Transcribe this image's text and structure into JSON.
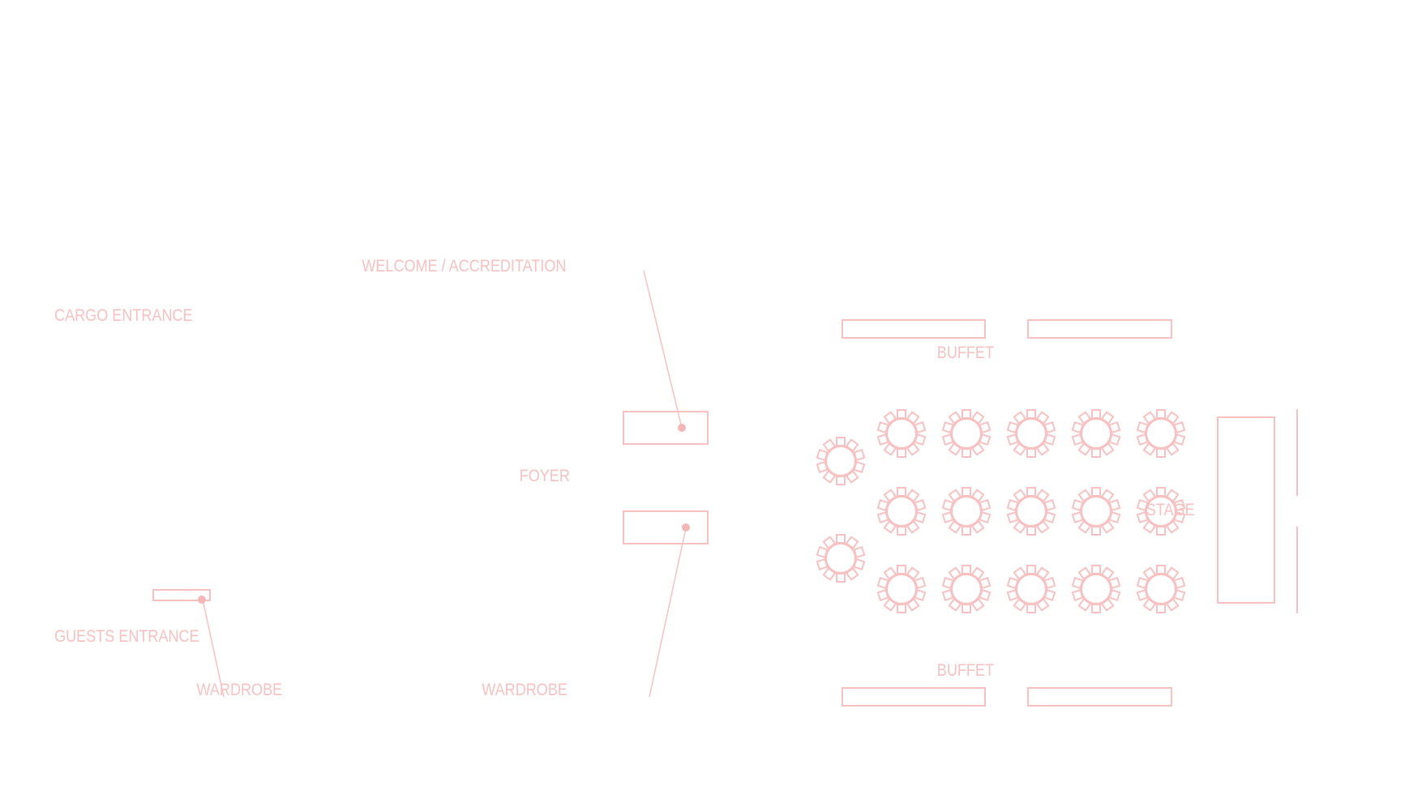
{
  "colors": {
    "line": "#f7c1c1",
    "text": "#f7c1c1",
    "dot": "#f4b6b6",
    "background": "#ffffff"
  },
  "labels": {
    "cargo_entrance": "CARGO ENTRANCE",
    "guests_entrance": "GUESTS ENTRANCE",
    "wardrobe_left": "WARDROBE",
    "wardrobe_center": "WARDROBE",
    "welcome": "WELCOME / ACCREDITATION",
    "foyer": "FOYER",
    "buffet_top": "BUFFET",
    "buffet_bottom": "BUFFET",
    "stage": "STAGE"
  },
  "icons": {
    "round_table": "round-table-with-chairs-icon",
    "marker": "marker-dot-icon"
  }
}
